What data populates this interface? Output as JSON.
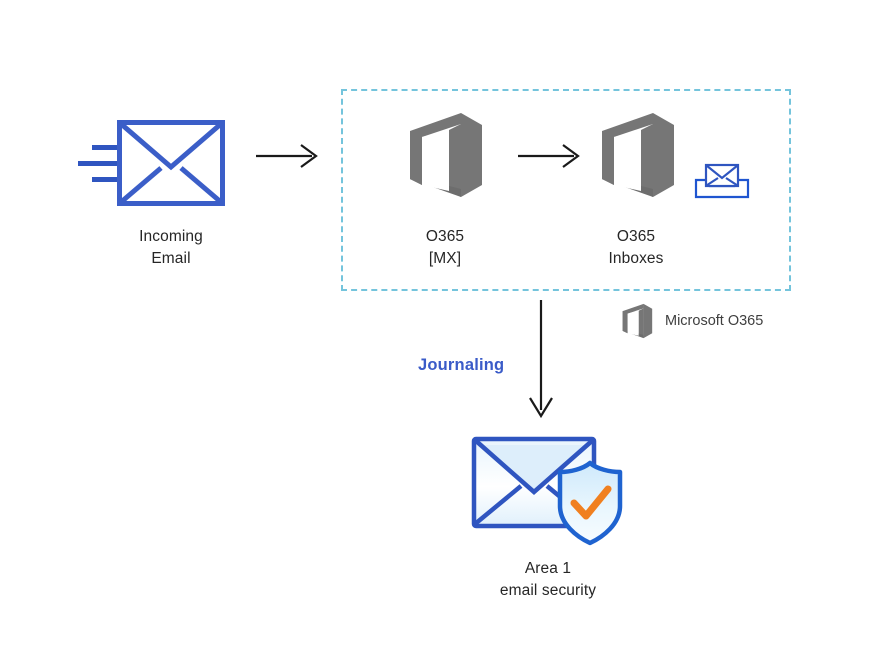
{
  "diagram": {
    "title": "Office 365 journaling to Area 1 email security flow",
    "background_color": "#ffffff",
    "colors": {
      "envelope_blue": "#3b5ec8",
      "envelope_blue_dark": "#2f55c0",
      "envelope_fill_light": "#ddeefb",
      "office_gray": "#767676",
      "office_gray_dark": "#5f5f5f",
      "dashed_border": "#74c4dc",
      "arrow_black": "#1a1a1a",
      "journaling_blue": "#3a5bc8",
      "shield_outline": "#1f63d0",
      "shield_fill": "#d4ecfb",
      "check_orange": "#f08020",
      "text_dark": "#262626",
      "legend_text": "#3f3f3f"
    }
  },
  "nodes": {
    "incoming_email": {
      "label": "Incoming\nEmail",
      "icon": "envelope-icon"
    },
    "o365_mx": {
      "label": "O365\n[MX]",
      "icon": "office365-logo-icon"
    },
    "o365_inboxes": {
      "label": "O365\nInboxes",
      "icon": "office365-logo-icon",
      "badge_icon": "inbox-tray-envelope-icon"
    },
    "area1": {
      "label": "Area 1\nemail security",
      "icon": "envelope-shield-check-icon"
    }
  },
  "edges": {
    "incoming_to_mx": {
      "icon": "arrow-right-icon",
      "label": ""
    },
    "mx_to_inboxes": {
      "icon": "arrow-right-icon",
      "label": ""
    },
    "inboxes_to_area1": {
      "icon": "arrow-down-icon",
      "label": "Journaling"
    }
  },
  "legend": {
    "office365": {
      "label": "Microsoft O365",
      "icon": "office365-logo-icon"
    }
  },
  "zones": {
    "office365_boundary": {
      "label": "",
      "style": "dashed"
    }
  }
}
